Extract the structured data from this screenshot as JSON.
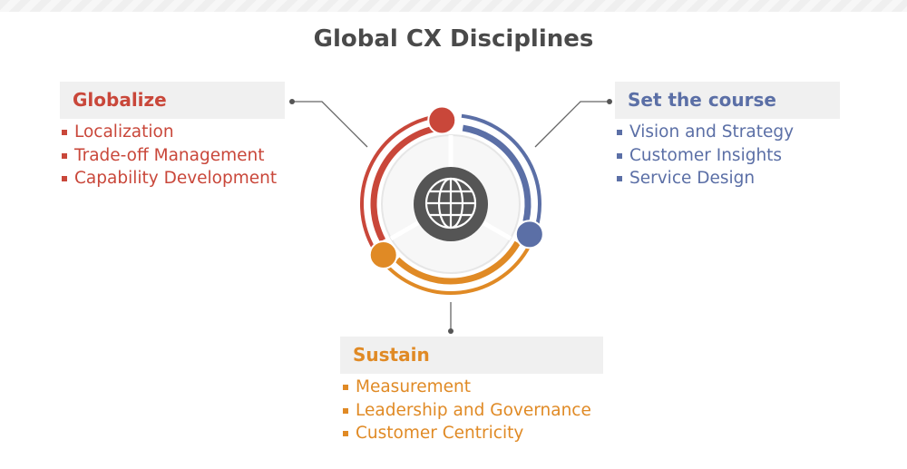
{
  "title": "Global CX Disciplines",
  "colors": {
    "globalize": "#c9473a",
    "set_course": "#5b6fa6",
    "sustain": "#e08a25",
    "center": "#555555"
  },
  "center_icon": "globe-icon",
  "sections": {
    "globalize": {
      "heading": "Globalize",
      "items": [
        "Localization",
        "Trade-off Management",
        "Capability Development"
      ]
    },
    "set_course": {
      "heading": "Set the course",
      "items": [
        "Vision and Strategy",
        "Customer Insights",
        "Service Design"
      ]
    },
    "sustain": {
      "heading": "Sustain",
      "items": [
        "Measurement",
        "Leadership and Governance",
        "Customer Centricity"
      ]
    }
  }
}
